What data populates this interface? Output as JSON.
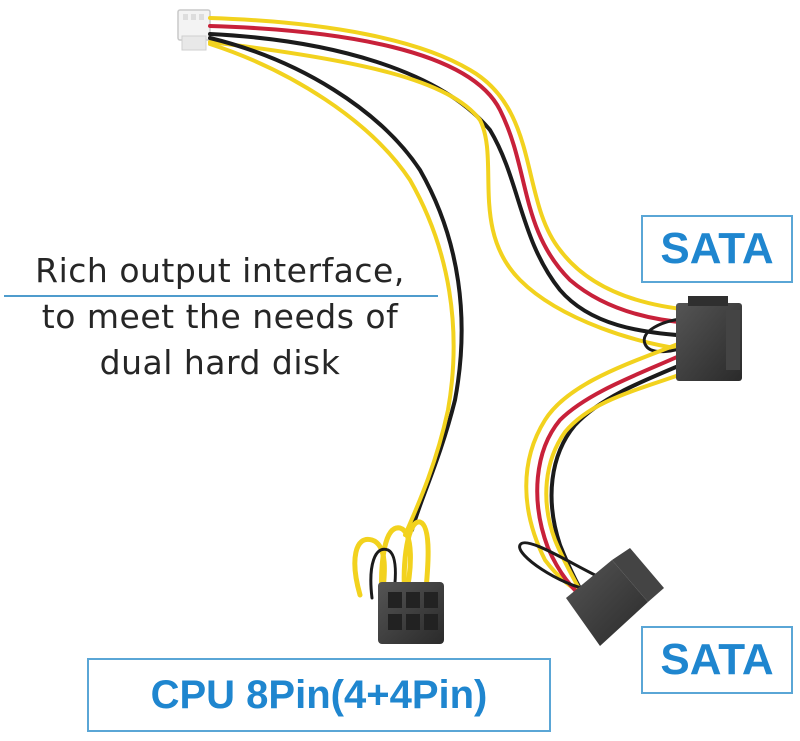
{
  "caption": {
    "lines": [
      "Rich output interface,",
      "to meet the needs of",
      "dual hard disk"
    ]
  },
  "labels": {
    "sata_top": "SATA",
    "sata_bottom": "SATA",
    "cpu": "CPU 8Pin(4+4Pin)"
  },
  "colors": {
    "label_blue": "#1f86cf",
    "box_border": "#5aa6d6",
    "wire_yellow": "#f2d21e",
    "wire_red": "#c8213a",
    "wire_black": "#1b1b1b",
    "connector_gray": "#3a3a3a"
  }
}
